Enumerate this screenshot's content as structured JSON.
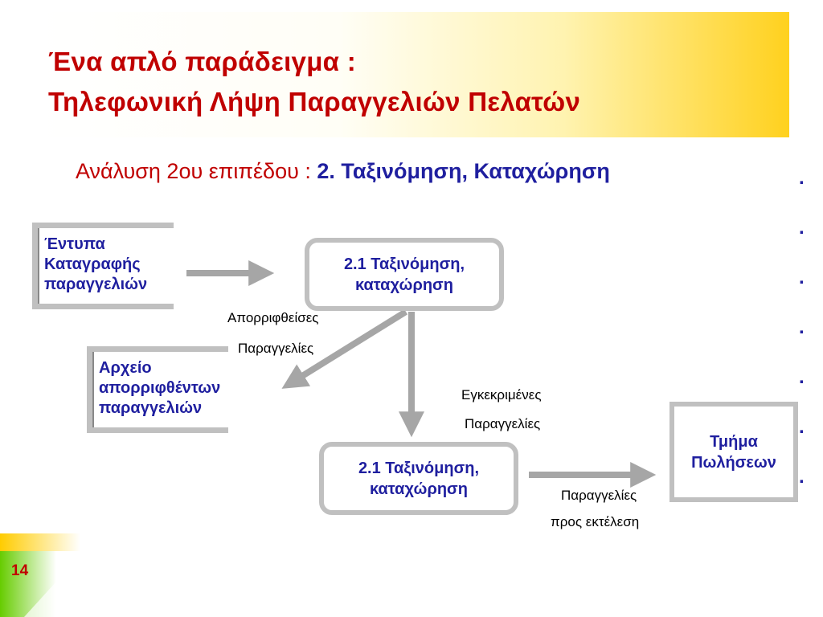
{
  "title": {
    "line1": "Ένα απλό παράδειγμα :",
    "line2": "Τηλεφωνική Λήψη Παραγγελιών Πελατών"
  },
  "subtitle": {
    "prefix": "Ανάλυση 2ου επιπέδου : ",
    "bold": "2. Ταξινόμηση, Καταχώρηση"
  },
  "bullets": [
    ".",
    ".",
    ".",
    ".",
    ".",
    ".",
    "."
  ],
  "diagram": {
    "store_forms": {
      "lines": [
        "Έντυπα",
        "Καταγραφής",
        "παραγγελιών"
      ]
    },
    "process_top": {
      "label": "2.1 Ταξινόμηση,\nκαταχώρηση"
    },
    "store_rejected": {
      "lines": [
        "Αρχείο",
        "απορριφθέντων",
        "παραγγελιών"
      ]
    },
    "process_bottom": {
      "label": "2.1 Ταξινόμηση,\nκαταχώρηση"
    },
    "entity_sales": {
      "label": "Τμήμα\nΠωλήσεων"
    },
    "flows": {
      "rejected": [
        "Απορριφθείσες",
        "Παραγγελίες"
      ],
      "approved": [
        "Εγκεκριμένες",
        "Παραγγελίες"
      ],
      "execution": [
        "Παραγγελίες",
        "προς εκτέλεση"
      ]
    }
  },
  "colors": {
    "title": "#c00000",
    "text_blue": "#1f1f9f",
    "gray": "#c0c0c0",
    "gray_arrow": "#a6a6a6"
  },
  "slide_number": "14"
}
